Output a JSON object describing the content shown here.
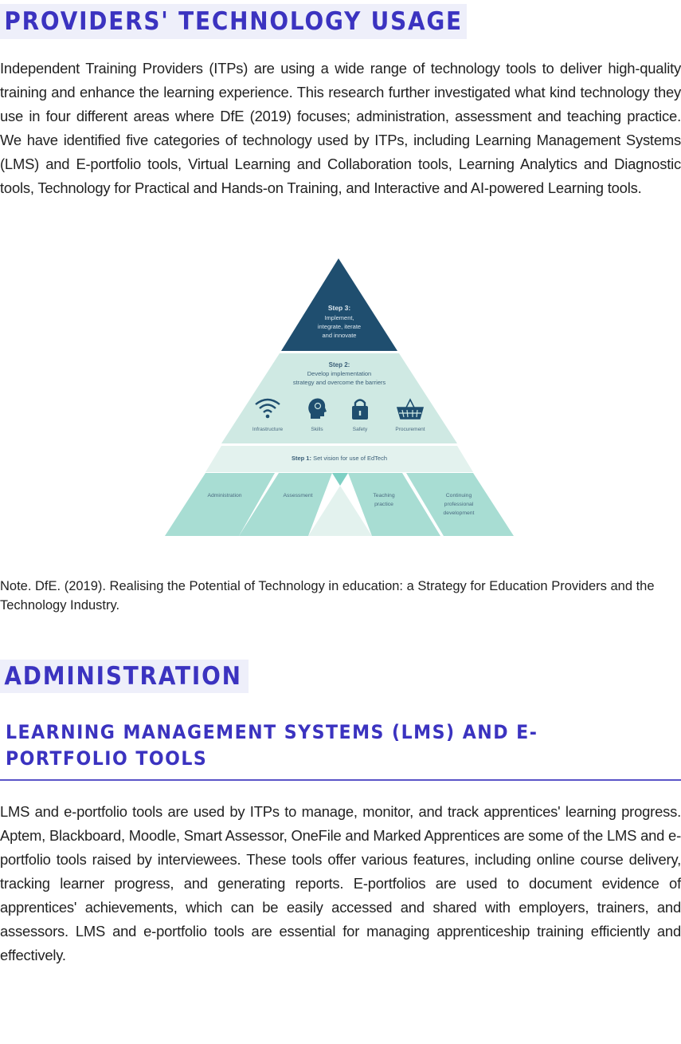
{
  "section1": {
    "heading": "PROVIDERS' TECHNOLOGY USAGE",
    "paragraph": "Independent Training Providers (ITPs) are using a wide range of technology tools to deliver high-quality training and enhance the learning experience. This research further investigated what kind technology they use in four different areas where DfE (2019) focuses; administration, assessment and teaching practice. We have identified five categories of technology used by ITPs, including Learning Management Systems (LMS) and E-portfolio tools, Virtual Learning and Collaboration tools, Learning Analytics and Diagnostic tools, Technology for Practical and Hands-on Training, and Interactive and AI-powered Learning tools."
  },
  "figure": {
    "step3": {
      "title": "Step 3:",
      "lines": [
        "Implement,",
        "integrate, iterate",
        "and innovate"
      ]
    },
    "step2": {
      "title": "Step 2:",
      "lines": [
        "Develop implementation",
        "strategy and overcome the barriers"
      ]
    },
    "barriers": [
      {
        "label": "Infrastructure",
        "icon": "wifi-icon"
      },
      {
        "label": "Skills",
        "icon": "head-gears-icon"
      },
      {
        "label": "Safety",
        "icon": "padlock-icon"
      },
      {
        "label": "Procurement",
        "icon": "basket-icon"
      }
    ],
    "step1": {
      "title": "Step 1:",
      "text": "Set vision for use of EdTech"
    },
    "areas": [
      {
        "lines": [
          "Administration"
        ]
      },
      {
        "lines": [
          "Assessment"
        ]
      },
      {
        "lines": [
          "Teaching",
          "practice"
        ]
      },
      {
        "lines": [
          "Continuing",
          "professional",
          "development"
        ]
      }
    ],
    "colors": {
      "dark": "#1f4e6f",
      "light": "#cfe9e3",
      "mid": "#a8ddd3",
      "pale": "#e3f2ee",
      "accent": "#7fd0c4"
    }
  },
  "note": "Note. DfE. (2019). Realising the Potential of Technology in education: a Strategy for Education Providers and the Technology Industry.",
  "section2": {
    "heading": "ADMINISTRATION",
    "subheading": "LEARNING MANAGEMENT SYSTEMS (LMS) AND E-PORTFOLIO TOOLS",
    "paragraph": "LMS and e-portfolio tools are used by ITPs to manage, monitor, and track apprentices' learning progress. Aptem, Blackboard, Moodle, Smart Assessor, OneFile and Marked Apprentices are some of the LMS and e-portfolio tools raised by interviewees. These tools offer various features, including online course delivery, tracking learner progress, and generating reports. E-portfolios are used to document evidence of apprentices' achievements, which can be easily accessed and shared with employers, trainers, and assessors. LMS and e-portfolio tools are essential for managing apprenticeship training efficiently and effectively."
  },
  "theme": {
    "heading_color": "#3b33c0",
    "heading_band": "#eeeffa",
    "rule_color": "#5a54c8"
  }
}
